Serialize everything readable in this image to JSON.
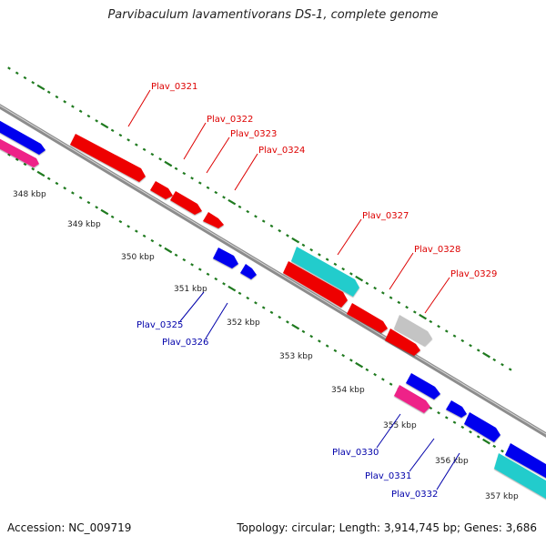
{
  "title": "Parvibaculum lavamentivorans DS-1, complete genome",
  "footer": {
    "accession": "Accession: NC_009719",
    "summary": "Topology: circular; Length: 3,914,745 bp; Genes: 3,686"
  },
  "colors": {
    "backbone": "#8c8c8c",
    "ticks": "#1f7a1f",
    "forward_label": "#dd0000",
    "reverse_label": "#0000aa",
    "forward_gene": "#ee0000",
    "reverse_gene": "#0000ee",
    "cyan_gene": "#22cccc",
    "pink_gene": "#ee2288",
    "gray_gene": "#c4c4c4"
  },
  "scale_labels": [
    "348 kbp",
    "349 kbp",
    "350 kbp",
    "351 kbp",
    "352 kbp",
    "353 kbp",
    "354 kbp",
    "355 kbp",
    "356 kbp",
    "357 kbp"
  ],
  "forward_genes": [
    {
      "label": "Plav_0321"
    },
    {
      "label": "Plav_0322"
    },
    {
      "label": "Plav_0323"
    },
    {
      "label": "Plav_0324"
    },
    {
      "label": "Plav_0327"
    },
    {
      "label": "Plav_0328"
    },
    {
      "label": "Plav_0329"
    }
  ],
  "reverse_genes": [
    {
      "label": "Plav_0325"
    },
    {
      "label": "Plav_0326"
    },
    {
      "label": "Plav_0330"
    },
    {
      "label": "Plav_0331"
    },
    {
      "label": "Plav_0332"
    }
  ]
}
